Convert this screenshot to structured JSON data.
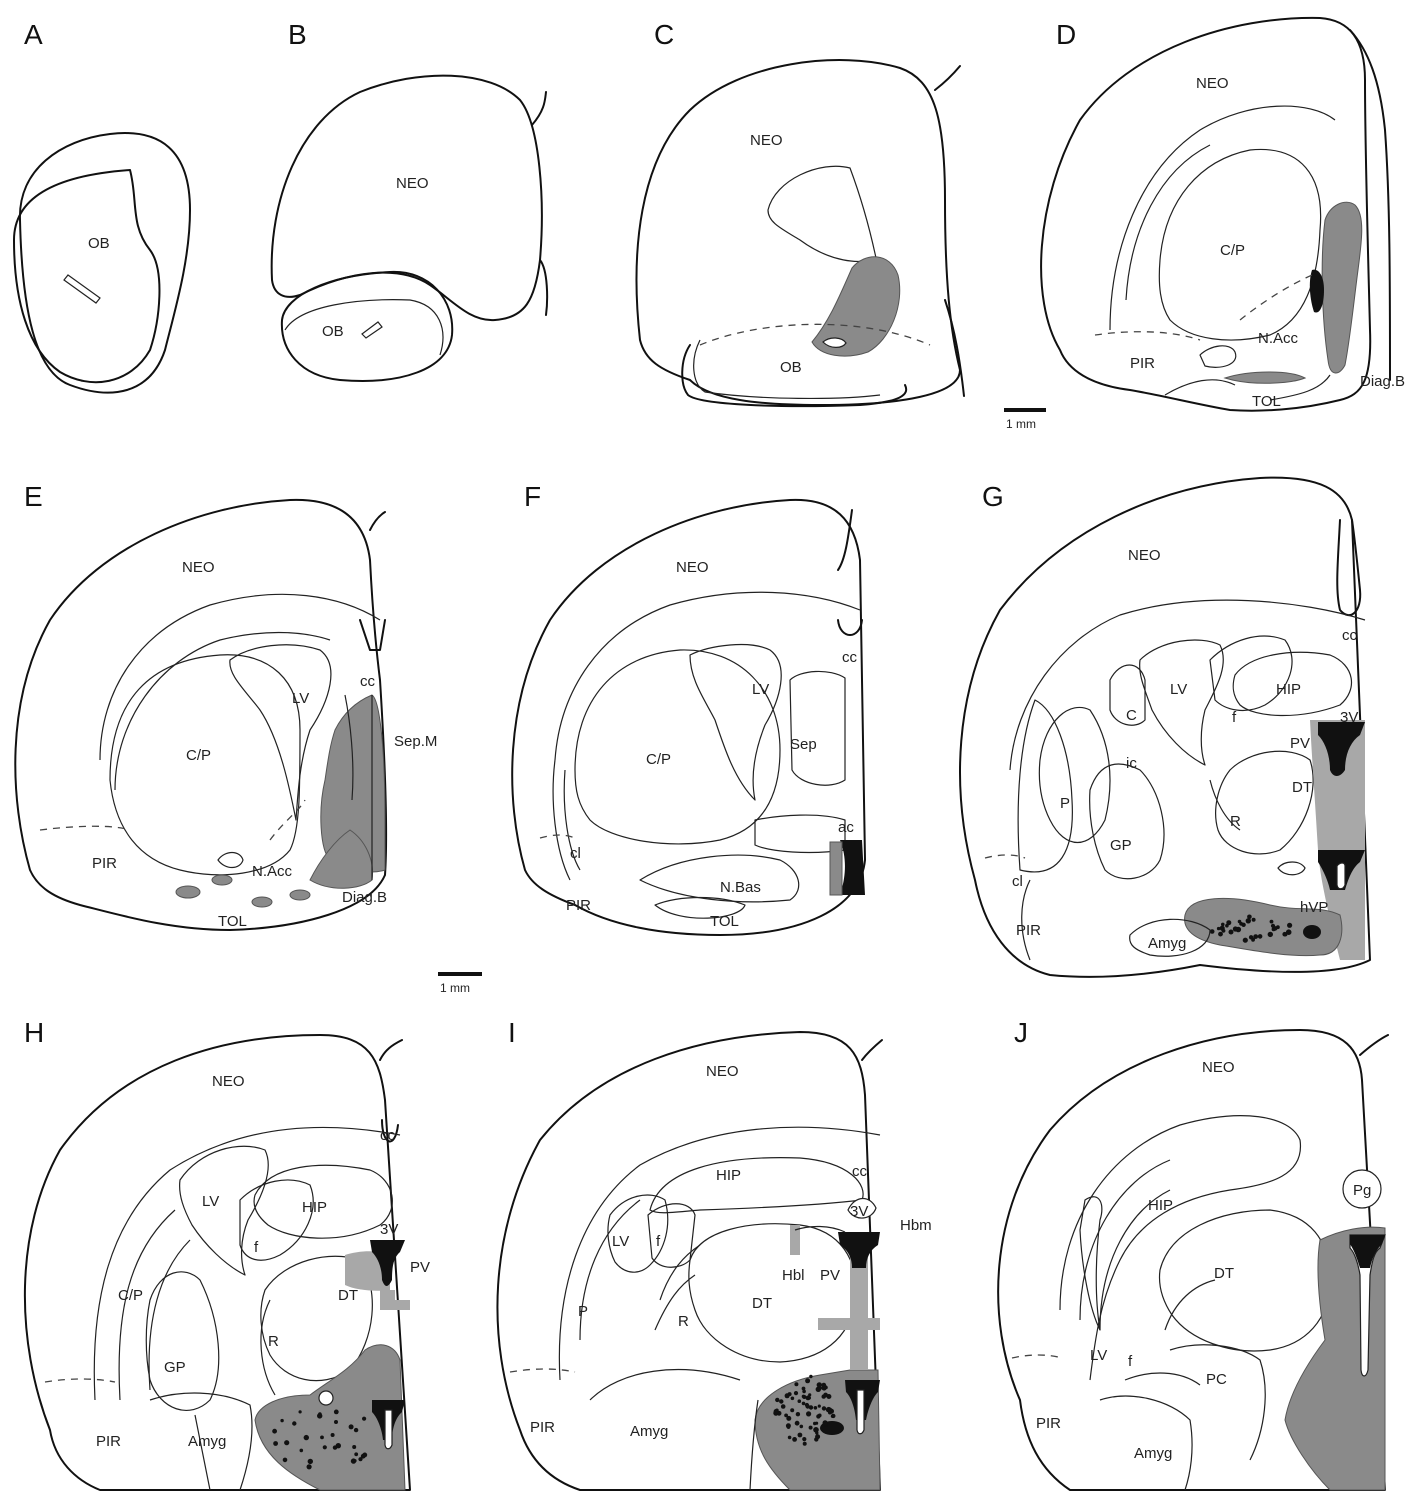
{
  "panels": {
    "A": {
      "letter": "A",
      "labels": {
        "ob": "OB"
      }
    },
    "B": {
      "letter": "B",
      "labels": {
        "neo": "NEO",
        "ob": "OB"
      }
    },
    "C": {
      "letter": "C",
      "labels": {
        "neo": "NEO",
        "ob": "OB"
      }
    },
    "D": {
      "letter": "D",
      "labels": {
        "neo": "NEO",
        "cp": "C/P",
        "nacc": "N.Acc",
        "pir": "PIR",
        "tol": "TOL",
        "diagb": "Diag.B"
      }
    },
    "E": {
      "letter": "E",
      "labels": {
        "neo": "NEO",
        "cc": "cc",
        "lv": "LV",
        "cp": "C/P",
        "sepm": "Sep.M",
        "pir": "PIR",
        "nacc": "N.Acc",
        "diagb": "Diag.B",
        "tol": "TOL"
      }
    },
    "F": {
      "letter": "F",
      "labels": {
        "neo": "NEO",
        "cc": "cc",
        "lv": "LV",
        "cp": "C/P",
        "sep": "Sep",
        "ac": "ac",
        "cl": "cl",
        "nbas": "N.Bas",
        "pir": "PIR",
        "tol": "TOL"
      }
    },
    "G": {
      "letter": "G",
      "labels": {
        "neo": "NEO",
        "cc": "cc",
        "lv": "LV",
        "hip": "HIP",
        "v3": "3V",
        "c": "C",
        "f": "f",
        "ic": "ic",
        "pv": "PV",
        "p": "P",
        "dt": "DT",
        "r": "R",
        "gp": "GP",
        "cl": "cl",
        "pir": "PIR",
        "amyg": "Amyg",
        "pvp": "hVP"
      }
    },
    "H": {
      "letter": "H",
      "labels": {
        "neo": "NEO",
        "cc": "cc",
        "lv": "LV",
        "hip": "HIP",
        "v3": "3V",
        "f": "f",
        "pv": "PV",
        "cp": "C/P",
        "dt": "DT",
        "r": "R",
        "gp": "GP",
        "pir": "PIR",
        "amyg": "Amyg"
      }
    },
    "I": {
      "letter": "I",
      "labels": {
        "neo": "NEO",
        "cc": "cc",
        "hip": "HIP",
        "v3": "3V",
        "hbm": "Hbm",
        "lv": "LV",
        "f": "f",
        "hbl": "Hbl",
        "pv": "PV",
        "p": "P",
        "r": "R",
        "dt": "DT",
        "pir": "PIR",
        "amyg": "Amyg"
      }
    },
    "J": {
      "letter": "J",
      "labels": {
        "neo": "NEO",
        "hip": "HIP",
        "pg": "Pg",
        "dt": "DT",
        "lv": "LV",
        "f": "f",
        "pc": "PC",
        "pir": "PIR",
        "amyg": "Amyg"
      }
    }
  },
  "scale_bars": [
    {
      "label": "1 mm"
    },
    {
      "label": "1 mm"
    }
  ],
  "colors": {
    "outline": "#111111",
    "label_gray": "#8a8a8a",
    "light_gray": "#a8a8a8",
    "black": "#111111"
  }
}
